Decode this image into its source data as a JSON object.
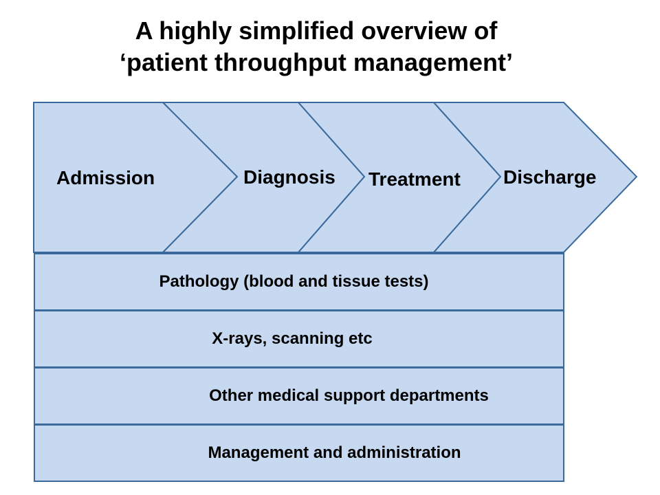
{
  "title": {
    "line1": "A highly simplified overview of",
    "line2": "‘patient throughput management’"
  },
  "stages": [
    {
      "label": "Admission"
    },
    {
      "label": "Diagnosis"
    },
    {
      "label": "Treatment"
    },
    {
      "label": "Discharge"
    }
  ],
  "support_layers": [
    {
      "label": "Pathology (blood and tissue tests)"
    },
    {
      "label": "X-rays, scanning etc"
    },
    {
      "label": "Other medical support departments"
    },
    {
      "label": "Management and administration"
    }
  ],
  "colors": {
    "fill": "#c6d9f1",
    "stroke": "#3a6a9b"
  }
}
